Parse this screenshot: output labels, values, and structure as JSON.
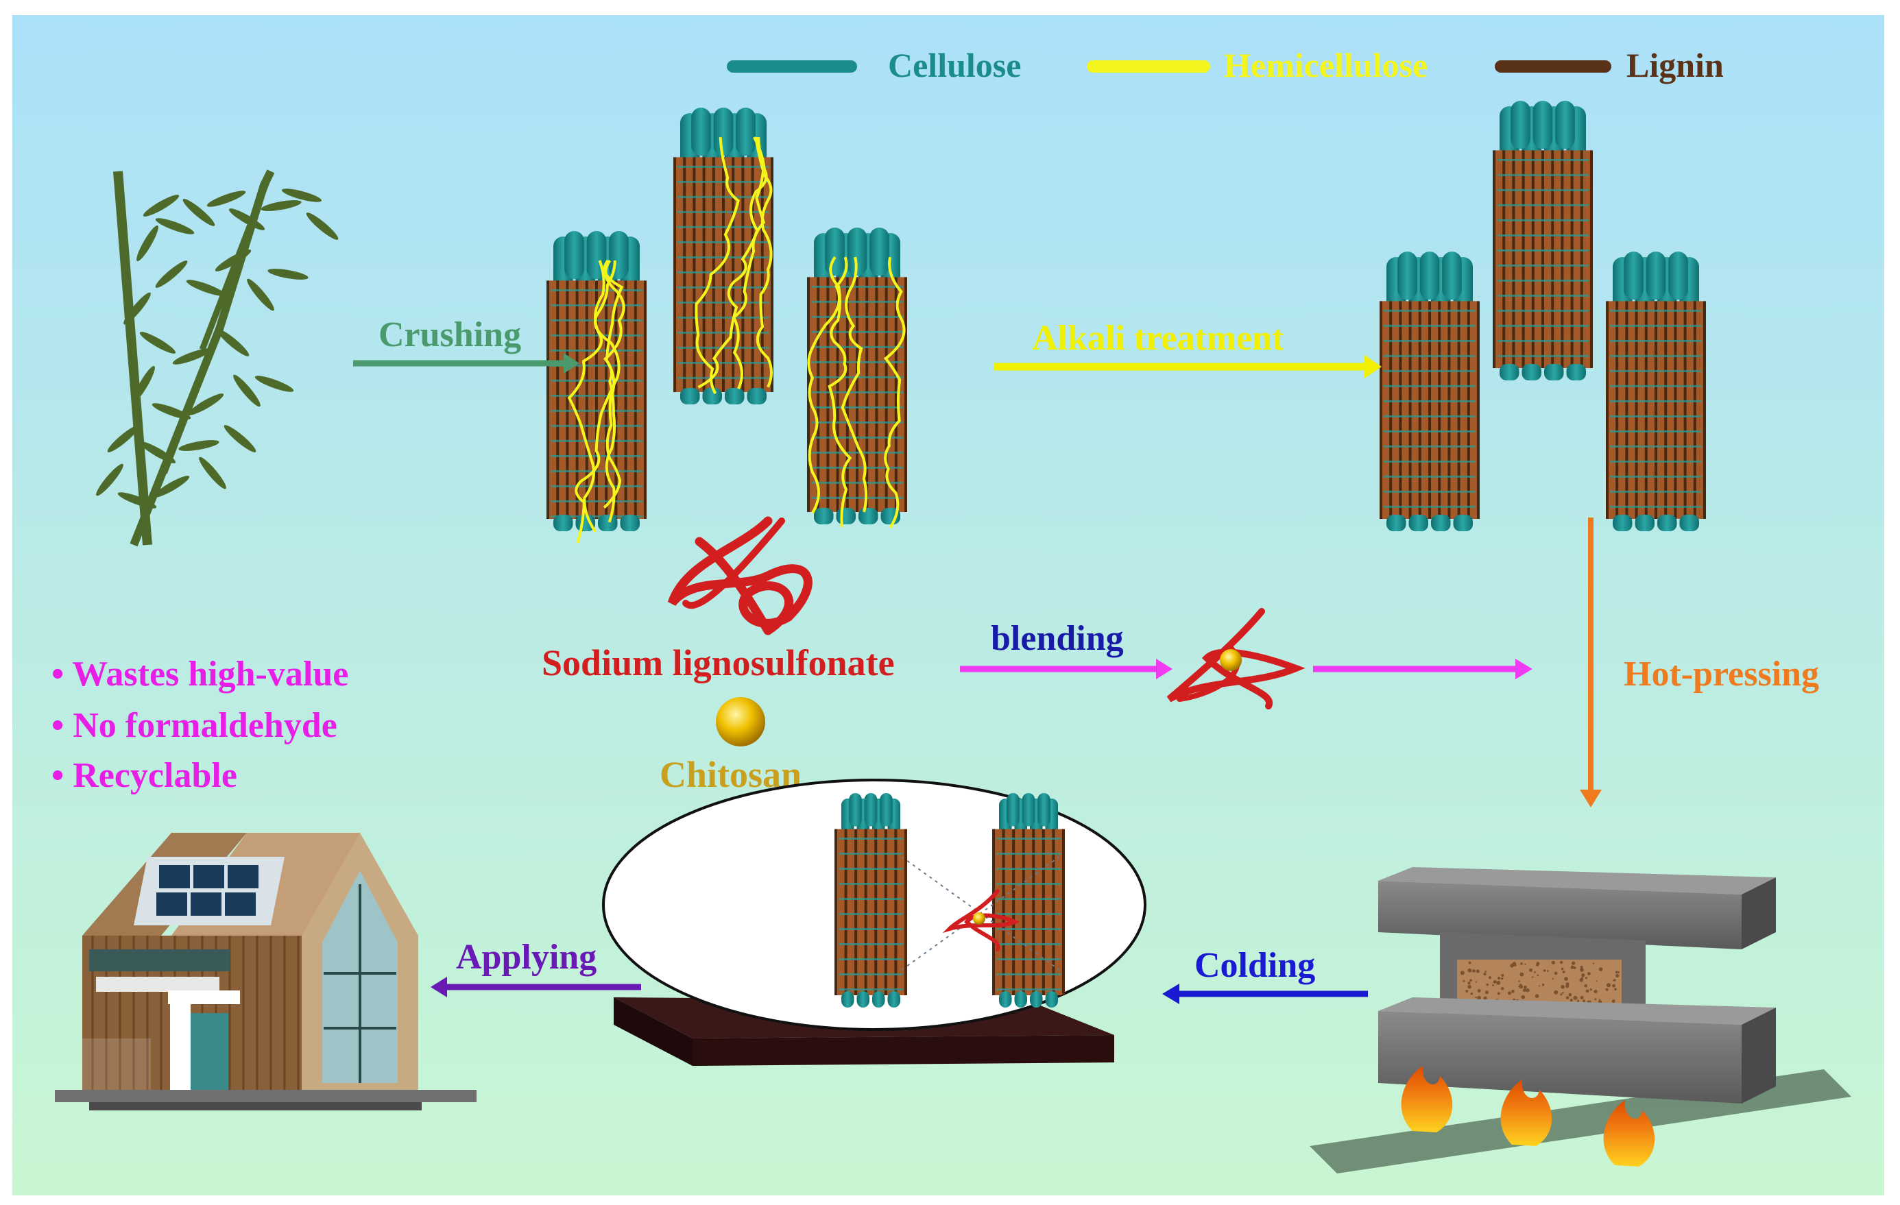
{
  "legend": [
    {
      "label": "Cellulose",
      "color": "#1a8c8c"
    },
    {
      "label": "Hemicellulose",
      "color": "#f5f51e"
    },
    {
      "label": "Lignin",
      "color": "#5a3218"
    }
  ],
  "steps": {
    "crushing": {
      "label": "Crushing",
      "color": "#4a9a6e"
    },
    "alkali": {
      "label": "Alkali treatment",
      "color": "#f0f000"
    },
    "blending": {
      "label": "blending",
      "color": "#1a1aa8"
    },
    "hot_pressing": {
      "label": "Hot-pressing",
      "color": "#f07a1e"
    },
    "colding": {
      "label": "Colding",
      "color": "#1a1ad2"
    },
    "applying": {
      "label": "Applying",
      "color": "#6a1ab4"
    }
  },
  "materials": {
    "lignosulfonate": {
      "label": "Sodium lignosulfonate",
      "color": "#d21e1e"
    },
    "chitosan": {
      "label": "Chitosan",
      "color": "#c8a01e"
    }
  },
  "benefits": {
    "color": "#e61ee6",
    "items": [
      "• Wastes high-value",
      "• No formaldehyde",
      "• Recyclable"
    ]
  },
  "colors": {
    "bg_top": "#abe0f9",
    "bg_bottom": "#c9f6d2",
    "bamboo": "#4e6a2a",
    "pink_arrow": "#f03cf0"
  }
}
